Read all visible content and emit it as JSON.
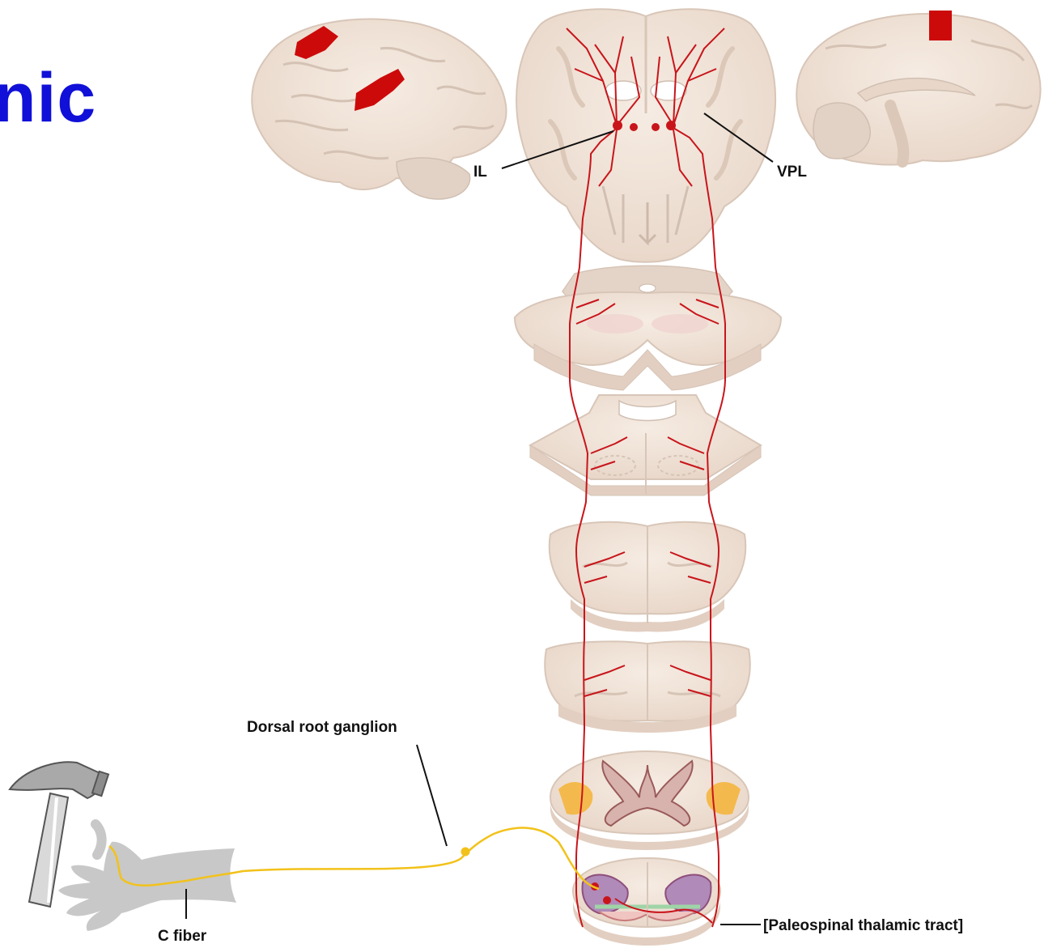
{
  "title_fragment": "nic",
  "labels": {
    "il": "IL",
    "vpl": "VPL",
    "dorsal_root_ganglion": "Dorsal root ganglion",
    "c_fiber": "C fiber",
    "tract": "[Paleospinal thalamic tract]"
  },
  "colors": {
    "title": "#1010d8",
    "tract_red": "#c8151b",
    "fiber_yellow": "#f2c21a",
    "tissue": "#f3e6db",
    "tissue_shadow": "#dccbbd",
    "cortex_area": "#cc0a0a",
    "hand_gray": "#c8c8c8"
  }
}
